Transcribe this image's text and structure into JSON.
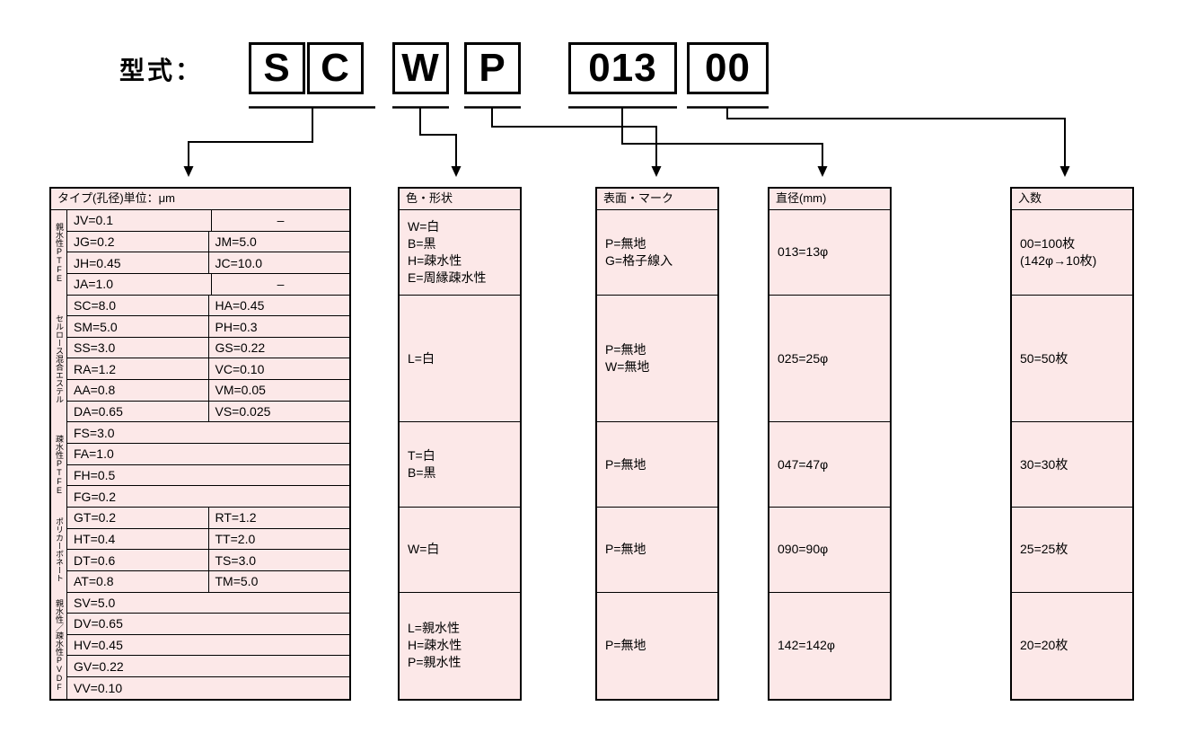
{
  "title": {
    "label": "型式："
  },
  "code": {
    "segments": [
      "S",
      "C",
      "W",
      "P",
      "013",
      "00"
    ]
  },
  "type_table": {
    "header": "タイプ(孔径)単位：μm",
    "sections": [
      {
        "category": "親水性PTFE",
        "rows": [
          [
            "JV=0.1",
            "–"
          ],
          [
            "JG=0.2",
            "JM=5.0"
          ],
          [
            "JH=0.45",
            "JC=10.0"
          ],
          [
            "JA=1.0",
            "–"
          ]
        ]
      },
      {
        "category": "セルロース混合エステル",
        "rows": [
          [
            "SC=8.0",
            "HA=0.45"
          ],
          [
            "SM=5.0",
            "PH=0.3"
          ],
          [
            "SS=3.0",
            "GS=0.22"
          ],
          [
            "RA=1.2",
            "VC=0.10"
          ],
          [
            "AA=0.8",
            "VM=0.05"
          ],
          [
            "DA=0.65",
            "VS=0.025"
          ]
        ]
      },
      {
        "category": "疎水性PTFE",
        "rows": [
          [
            "FS=3.0"
          ],
          [
            "FA=1.0"
          ],
          [
            "FH=0.5"
          ],
          [
            "FG=0.2"
          ]
        ]
      },
      {
        "category": "ポリカーボネート",
        "rows": [
          [
            "GT=0.2",
            "RT=1.2"
          ],
          [
            "HT=0.4",
            "TT=2.0"
          ],
          [
            "DT=0.6",
            "TS=3.0"
          ],
          [
            "AT=0.8",
            "TM=5.0"
          ]
        ]
      },
      {
        "category": "親水性／疎水性PVDF",
        "rows": [
          [
            "SV=5.0"
          ],
          [
            "DV=0.65"
          ],
          [
            "HV=0.45"
          ],
          [
            "GV=0.22"
          ],
          [
            "VV=0.10"
          ]
        ]
      }
    ]
  },
  "attribute_tables": [
    {
      "id": "color-shape",
      "header": "色・形状",
      "sections": [
        [
          "W=白",
          "B=黒",
          "H=疎水性",
          "E=周縁疎水性"
        ],
        [
          "L=白"
        ],
        [
          "T=白",
          "B=黒"
        ],
        [
          "W=白"
        ],
        [
          "L=親水性",
          "H=疎水性",
          "P=親水性"
        ]
      ]
    },
    {
      "id": "surface-mark",
      "header": "表面・マーク",
      "sections": [
        [
          "P=無地",
          "G=格子線入"
        ],
        [
          "P=無地",
          "W=無地"
        ],
        [
          "P=無地"
        ],
        [
          "P=無地"
        ],
        [
          "P=無地"
        ]
      ]
    },
    {
      "id": "diameter",
      "header": "直径(mm)",
      "sections": [
        [
          "013=13φ"
        ],
        [
          "025=25φ"
        ],
        [
          "047=47φ"
        ],
        [
          "090=90φ"
        ],
        [
          "142=142φ"
        ]
      ]
    },
    {
      "id": "quantity",
      "header": "入数",
      "sections": [
        [
          "00=100枚",
          "(142φ→10枚)"
        ],
        [
          "50=50枚"
        ],
        [
          "30=30枚"
        ],
        [
          "25=25枚"
        ],
        [
          "20=20枚"
        ]
      ]
    }
  ],
  "colors": {
    "table_bg": "#fce8e8",
    "border": "#000000",
    "background": "#ffffff"
  }
}
